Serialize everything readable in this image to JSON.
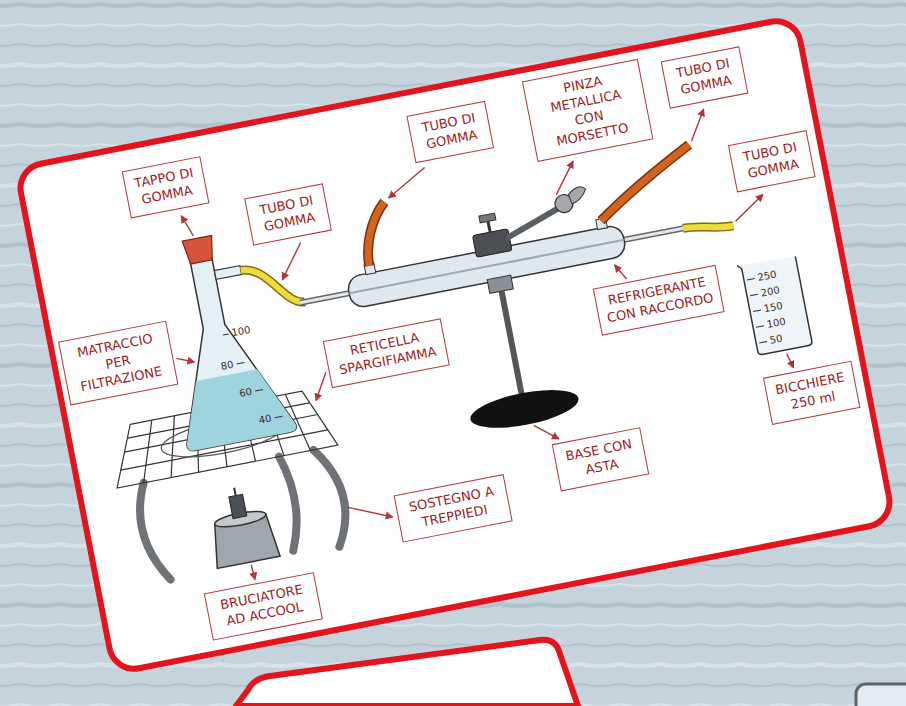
{
  "diagram": {
    "nodes": [
      {
        "text": [
          "TAPPO DI GOMMA"
        ]
      },
      {
        "text": [
          "TUBO DI GOMMA"
        ]
      },
      {
        "text": [
          "TUBO DI GOMMA"
        ]
      },
      {
        "text": [
          "PINZA METALLICA CON MORSETTO"
        ]
      },
      {
        "text": [
          "TUBO DI GOMMA"
        ]
      },
      {
        "text": [
          "TUBO DI GOMMA"
        ]
      },
      {
        "text": [
          "MATRACCIO PER FILTRAZIONE"
        ]
      },
      {
        "text": [
          "RETICELLA SPARGIFIAMMA"
        ]
      },
      {
        "text": [
          "REFRIGERANTE CON RACCORDO"
        ]
      },
      {
        "text": [
          "BASE CON ASTA"
        ]
      },
      {
        "text": [
          "BICCHIERE 250 ml"
        ]
      },
      {
        "text": [
          "SOSTEGNO A TREPPIEDI"
        ]
      },
      {
        "text": [
          "BRUCIATORE AD ACCOOL"
        ]
      }
    ],
    "labels": [
      "100",
      "80",
      "60",
      "40",
      "250",
      "200",
      "150",
      "100",
      "50"
    ]
  }
}
